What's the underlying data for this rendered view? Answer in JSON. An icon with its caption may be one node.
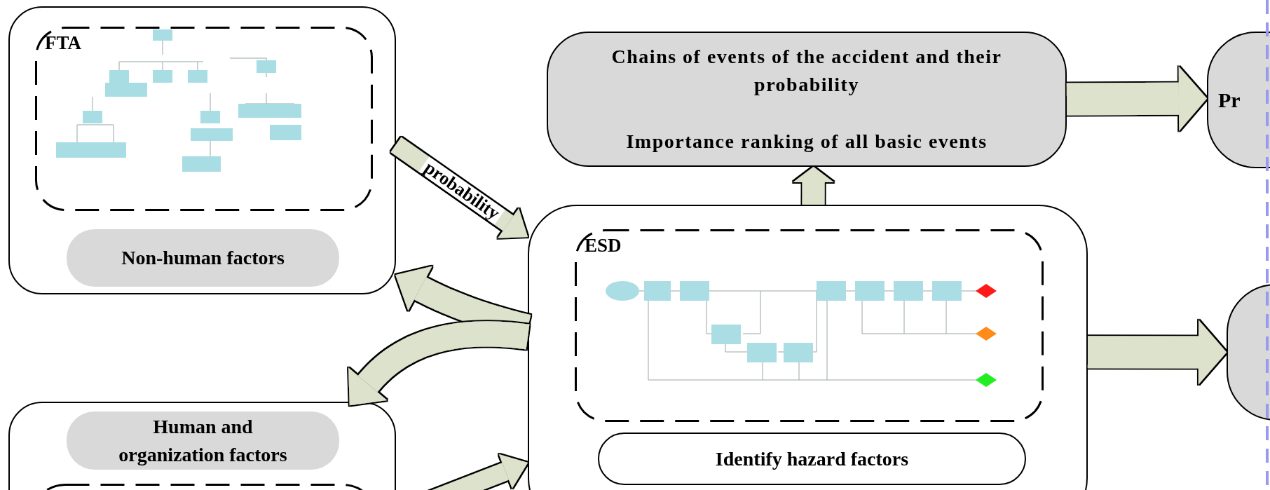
{
  "diagram": {
    "nodes": [
      {
        "text": [],
        "shape": "box"
      },
      {
        "text": [
          "FTA"
        ],
        "in": 0
      },
      {
        "text": [
          "Non-human factors"
        ],
        "in": 0
      },
      {
        "text": [],
        "shape": "box"
      },
      {
        "text": [
          "Human and organization factors"
        ],
        "in": 3
      },
      {
        "text": [],
        "shape": "box",
        "in": 3
      },
      {
        "text": [
          "Chains of events of the accident and their probability",
          "Importance ranking of all basic events"
        ]
      },
      {
        "text": [],
        "shape": "box"
      },
      {
        "text": [
          "ESD"
        ],
        "in": 7
      },
      {
        "text": [
          "Identify hazard factors"
        ],
        "in": 7
      },
      {
        "text": [
          "Pr"
        ]
      },
      {
        "text": [],
        "shape": "box"
      }
    ],
    "edges": [
      {
        "from": 6,
        "to": 10,
        "arrow": "to"
      },
      {
        "from": 7,
        "to": 11,
        "arrow": "to"
      },
      {
        "from": 7,
        "to": 6,
        "arrow": "to"
      },
      {
        "from": 7,
        "to": 0,
        "arrow": "to"
      },
      {
        "from": 7,
        "to": 3,
        "arrow": "to"
      },
      {
        "from": 0,
        "to": 7,
        "arrow": "to",
        "label": "probability"
      },
      {
        "from": 3,
        "to": 7,
        "arrow": "to"
      }
    ]
  }
}
